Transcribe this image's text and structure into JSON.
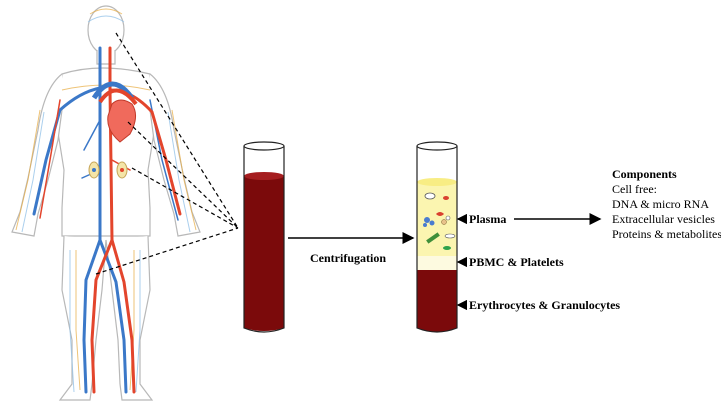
{
  "labels": {
    "centrifugation": "Centrifugation",
    "plasma": "Plasma",
    "pbmc": "PBMC & Platelets",
    "erythrocytes": "Erythrocytes & Granulocytes"
  },
  "components": {
    "title": "Components",
    "items": [
      "Cell free:",
      "DNA & micro RNA",
      "Extracellular vesicles",
      "Proteins & metabolites"
    ]
  },
  "colors": {
    "blood": "#7b0a0b",
    "plasma": "#fbf5b0",
    "artery": "#e3452c",
    "vein": "#3b78c8",
    "heart": "#f06a5c"
  }
}
